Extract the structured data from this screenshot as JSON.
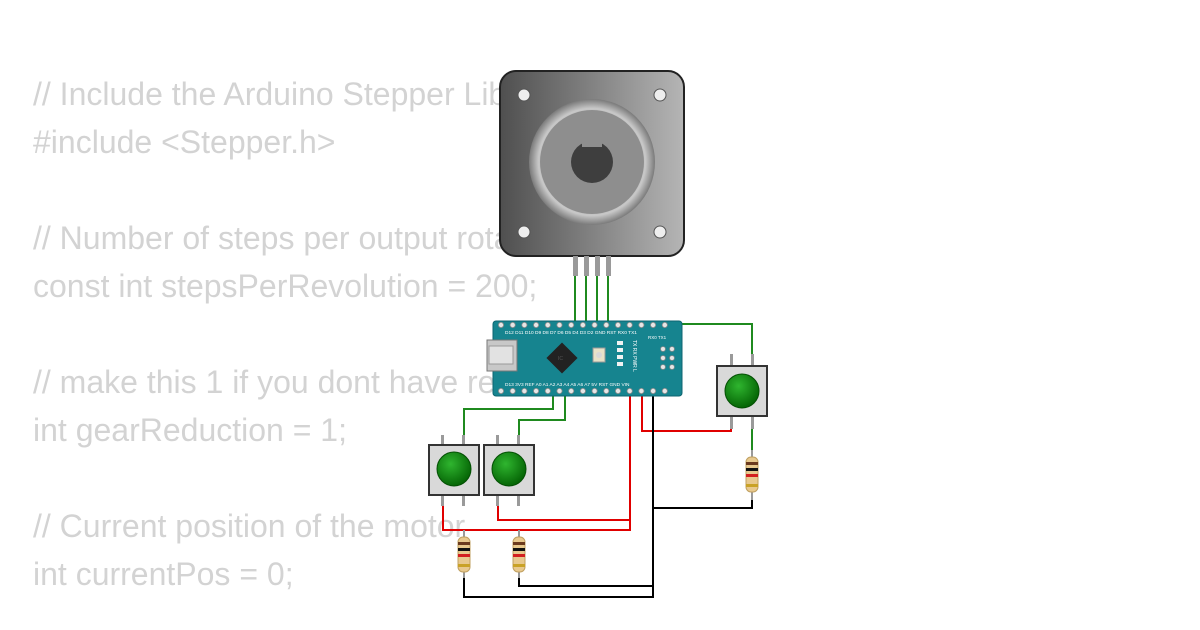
{
  "code_lines": [
    "// Include the Arduino Stepper Library",
    "#include <Stepper.h>",
    "",
    "// Number of steps per output rotation",
    "const int stepsPerRevolution = 200;",
    "",
    "// make this 1 if you dont have reduction",
    "int gearReduction = 1;",
    "",
    "// Current position of the motor",
    "int currentPos = 0;"
  ],
  "board": {
    "top_pin_labels": "D12 D11 D10 D9 D8 D7 D6 D5 D4 D3 D2 GND RST RX0 TX1",
    "bottom_pin_labels": "D13 3V3 REF A0 A1 A2 A3 A4 A5 A6 A7 5V RST GND VIN",
    "led_labels": "TX RX PWR L",
    "chip_label": "IC",
    "header_label": "RX0 TX1"
  },
  "colors": {
    "signal_wire": "#1f8a1f",
    "power_wire": "#e00000",
    "ground_wire": "#000000",
    "board": "#16848f",
    "button_cap": "#0a8a0a"
  }
}
